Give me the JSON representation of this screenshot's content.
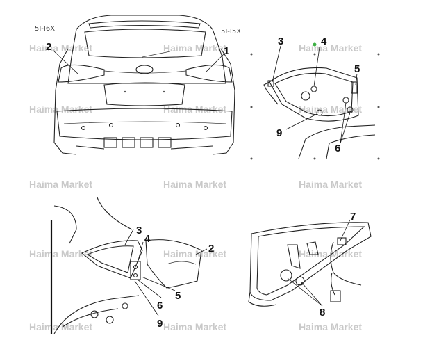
{
  "watermark": "Haima Market",
  "figures": {
    "car_rear": {
      "codes": [
        "5I-I6X",
        "5I-I5X"
      ],
      "callouts": [
        "2",
        "1"
      ]
    },
    "lamp_inner": {
      "callouts": [
        "3",
        "4",
        "5",
        "9",
        "6"
      ]
    },
    "lamp_install": {
      "callouts": [
        "3",
        "4",
        "2",
        "5",
        "6",
        "9"
      ]
    },
    "lamp_harness": {
      "callouts": [
        "7",
        "8"
      ]
    }
  },
  "colors": {
    "line": "#222222",
    "watermark": "#c9c9c9",
    "marker": "#3cb043"
  }
}
